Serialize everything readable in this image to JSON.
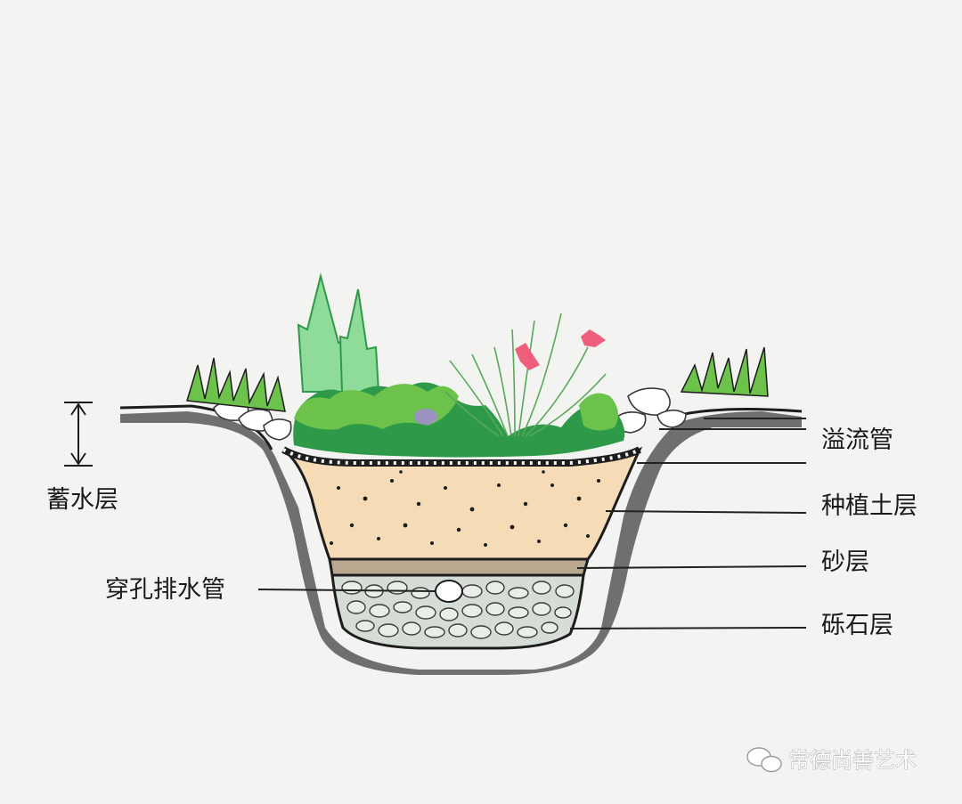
{
  "labels": {
    "storage_layer": "蓄水层",
    "perforated_drain": "穿孔排水管",
    "overflow_pipe": "溢流管",
    "planting_soil": "种植土层",
    "sand_layer": "砂层",
    "gravel_layer": "砾石层"
  },
  "watermark": {
    "text": "常德尚善艺术",
    "icon": "wechat-icon"
  },
  "colors": {
    "background": "#f3f3f2",
    "ground_shadow": "#6f6f6f",
    "soil": "#f5dcb6",
    "sand": "#b9a88f",
    "gravel": "#d6ddd6",
    "plant_dark": "#2e9a49",
    "plant_mid": "#6cc24a",
    "plant_light": "#8fdc9a",
    "flower": "#ef5f7c",
    "stone": "#ffffff"
  }
}
